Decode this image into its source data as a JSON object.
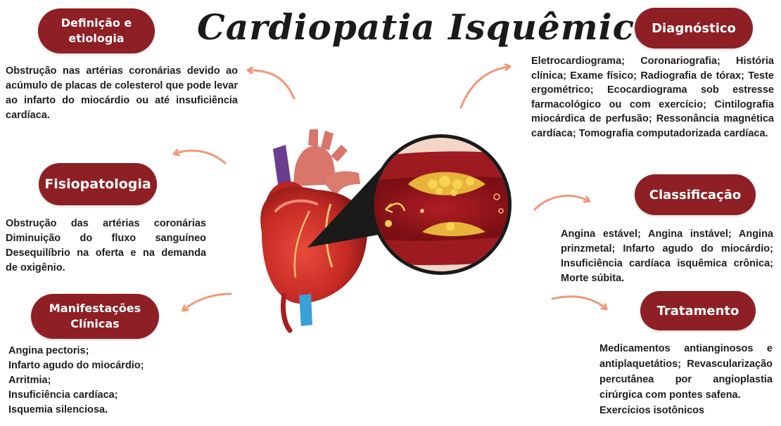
{
  "title": "Cardiopatia Isquêmica",
  "colors": {
    "pill": "#8e1f24",
    "arrow": "#f0987a",
    "text": "#1e1e1e"
  },
  "sections": {
    "definicao": {
      "label_line1": "Definição e",
      "label_line2": "etiologia",
      "body": "Obstrução nas artérias coronárias devido ao acúmulo de placas de colesterol que pode levar ao infarto do miocárdio ou até insuficiência cardíaca."
    },
    "fisiopatologia": {
      "label": "Fisiopatologia",
      "lines": [
        "Obstrução das artérias coronárias",
        "Diminuição do fluxo sanguíneo",
        "Desequilíbrio na oferta e na demanda",
        "de oxigênio."
      ]
    },
    "manifestacoes": {
      "label_line1": "Manifestações",
      "label_line2": "Clínicas",
      "items": [
        "Angina pectoris;",
        "Infarto agudo do miocárdio;",
        "Arritmia;",
        "Insuficiência cardíaca;",
        "Isquemia silenciosa."
      ]
    },
    "diagnostico": {
      "label": "Diagnóstico",
      "body": "Eletrocardiograma; Coronariografia; História clínica; Exame físico; Radiografia de tórax; Teste ergométrico; Ecocardiograma sob estresse farmacológico ou com exercício; Cintilografia miocárdica de perfusão; Ressonância magnética cardíaca; Tomografia computadorizada cardíaca."
    },
    "classificacao": {
      "label": "Classificação",
      "body": "Angina estável; Angina instável; Angina prinzmetal; Infarto agudo do miocárdio; Insuficiência cardíaca isquêmica crônica; Morte súbita."
    },
    "tratamento": {
      "label": "Tratamento",
      "body": "Medicamentos antianginosos e antiplaquetátios; Revascularização percutânea por angioplastia cirúrgica com pontes safena.",
      "extra": "Exercícios isotônicos"
    }
  }
}
